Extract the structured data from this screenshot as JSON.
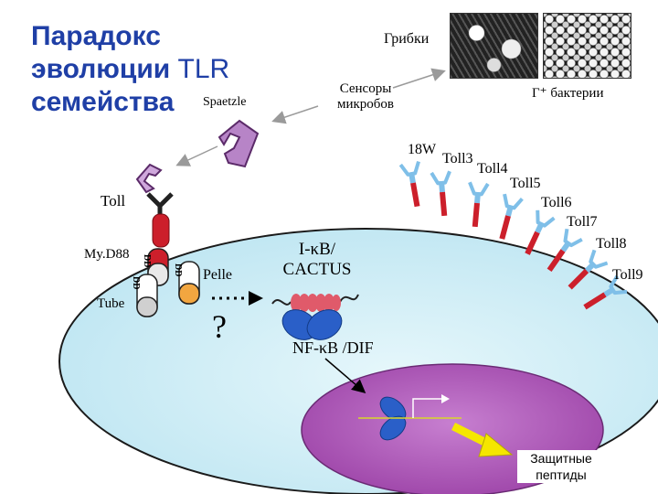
{
  "title": {
    "line1": "Парадокс",
    "line2_bold": "эволюции ",
    "line2_accent": "TLR",
    "line3": "семейства"
  },
  "labels": {
    "spaetzle": "Spaetzle",
    "fungi": "Грибки",
    "sensors_line1": "Сенсоры",
    "sensors_line2": "микробов",
    "gram_bacteria": "Г⁺ бактерии",
    "toll": "Toll",
    "myd88": "My.D88",
    "tube": "Tube",
    "dd": "DD",
    "pelle": "Pelle",
    "question": "?",
    "ikb_line1": "I-κB/",
    "ikb_line2": "CACTUS",
    "nfkb": "NF-κB /DIF",
    "peptides_line1": "Защитные",
    "peptides_line2": "пептиды"
  },
  "receptors": [
    {
      "label": "18W"
    },
    {
      "label": "Toll3"
    },
    {
      "label": "Toll4"
    },
    {
      "label": "Toll5"
    },
    {
      "label": "Toll6"
    },
    {
      "label": "Toll7"
    },
    {
      "label": "Toll8"
    },
    {
      "label": "Toll9"
    }
  ],
  "colors": {
    "title_blue": "#1f3fa6",
    "cytoplasm": "#d6f1f8",
    "nucleus": "#b05fb8",
    "receptor_red": "#cc1f2b",
    "receptor_blue": "#7fbfe8",
    "nfkb_blue": "#2a5fc8",
    "ikb_red": "#e05a6a",
    "arrow_yellow": "#f5e600",
    "spaetzle_purple": "#b784c7",
    "pelle_orange": "#f2a640"
  }
}
